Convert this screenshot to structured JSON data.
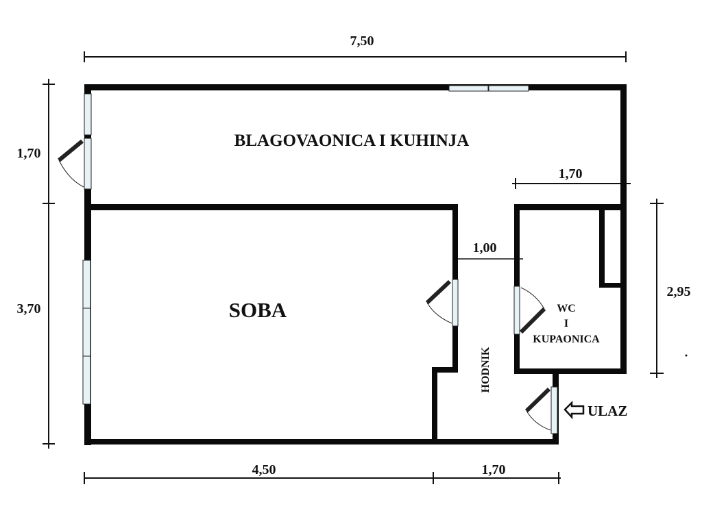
{
  "rooms": {
    "kitchen": "BLAGOVAONICA I KUHINJA",
    "room": "SOBA",
    "bath_line1": "WC",
    "bath_line2": "I",
    "bath_line3": "KUPAONICA",
    "hall": "HODNIK",
    "entrance": "ULAZ"
  },
  "dimensions": {
    "total_width": "7,50",
    "kitchen_depth": "1,70",
    "room_depth": "3,70",
    "bath_width": "1,70",
    "hall_width": "1,00",
    "bath_depth": "2,95",
    "room_width": "4,50",
    "hall_bottom_width": "1,70"
  },
  "colors": {
    "wall": "#0a0a0a",
    "window": "#e6f2f5"
  }
}
